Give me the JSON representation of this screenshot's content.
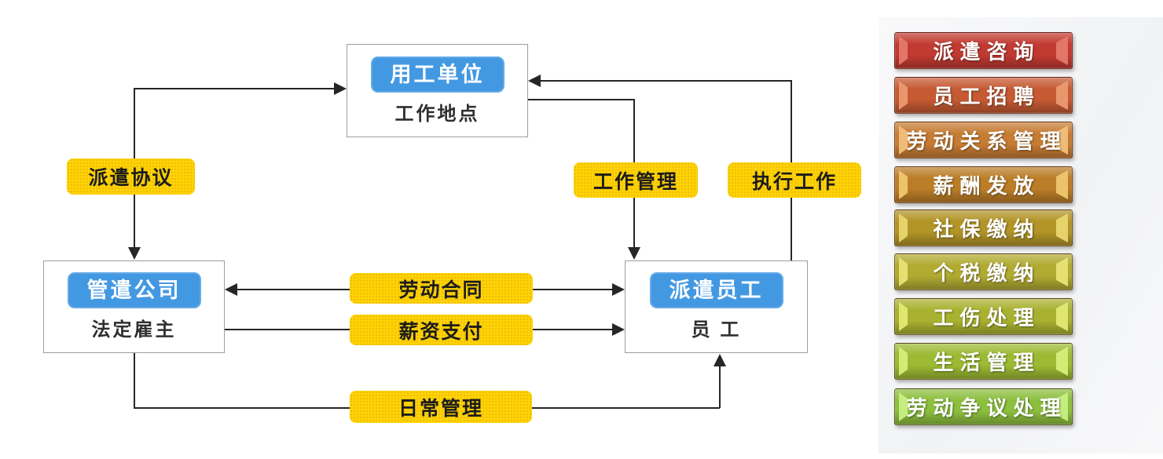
{
  "diagram": {
    "nodes": {
      "employing_unit": {
        "title": "用工单位",
        "subtitle": "工作地点"
      },
      "dispatch_company": {
        "title": "管遣公司",
        "subtitle": "法定雇主"
      },
      "dispatched_employee": {
        "title": "派遣员工",
        "subtitle": "员 工"
      }
    },
    "edge_labels": {
      "dispatch_agreement": "派遣协议",
      "work_management": "工作管理",
      "execute_work": "执行工作",
      "labor_contract": "劳动合同",
      "salary_payment": "薪资支付",
      "daily_management": "日常管理"
    },
    "colors": {
      "node_pill_bg": "#4398e2",
      "node_pill_text": "#ffffff",
      "node_border": "#9e9e9e",
      "edge_label_bg": "#ffd405",
      "edge_label_text": "#1c1c1c",
      "connector": "#262626"
    }
  },
  "sidebar": {
    "items": [
      {
        "label": "派遣咨询",
        "base": "#c23a31",
        "bevel": "#e4796c"
      },
      {
        "label": "员工招聘",
        "base": "#c55a33",
        "bevel": "#eb9a71"
      },
      {
        "label": "劳动关系管理",
        "base": "#c67c33",
        "bevel": "#f0c07c"
      },
      {
        "label": "薪酬发放",
        "base": "#bb7d28",
        "bevel": "#eec76e"
      },
      {
        "label": "社保缴纳",
        "base": "#b29427",
        "bevel": "#e9d66f"
      },
      {
        "label": "个税缴纳",
        "base": "#b1ab32",
        "bevel": "#e9e377"
      },
      {
        "label": "工伤处理",
        "base": "#a9b230",
        "bevel": "#e2ea74"
      },
      {
        "label": "生活管理",
        "base": "#9cba33",
        "bevel": "#d6ee7a"
      },
      {
        "label": "劳动争议处理",
        "base": "#8cbf3e",
        "bevel": "#c7f083"
      }
    ]
  }
}
